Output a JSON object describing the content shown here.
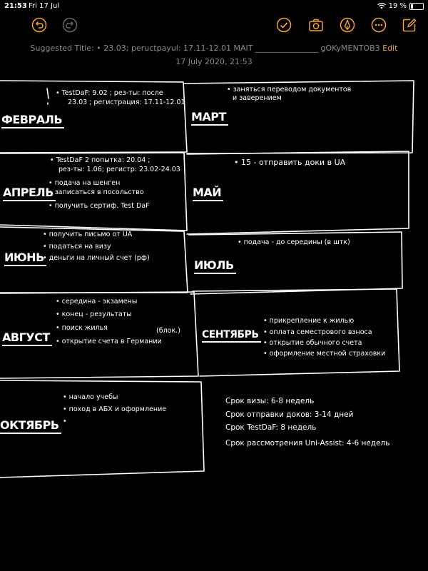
{
  "status_bar": {
    "time": "21:53",
    "date": "Fri 17 Jul",
    "battery": "19 %",
    "battery_level": 0.19
  },
  "toolbar": {
    "undo_icon": "undo-icon",
    "redo_icon": "redo-icon",
    "checklist_icon": "checklist-icon",
    "camera_icon": "camera-icon",
    "markup_icon": "pen-icon",
    "more_icon": "more-icon",
    "compose_icon": "compose-icon",
    "accent": "#f5a623"
  },
  "note": {
    "suggested_title": "Suggested Title: • 23.03; peructpayul: 17.11-12.01 MAIT ________________ gOKyMENTOB3",
    "edit_label": "Edit",
    "date": "17 July 2020, 21:53"
  },
  "sections": {
    "feb": {
      "month": "ФЕВРАЛЬ",
      "lines": [
        "• TestDaF: 9.02 ; рез-ты: после",
        "23.03 ; регистрация: 17.11-12.01"
      ]
    },
    "mar": {
      "month": "МАРТ",
      "lines": [
        "• заняться переводом документов",
        "и заверением"
      ]
    },
    "apr": {
      "month": "АПРЕЛЬ",
      "lines": [
        "• TestDaF 2 попытка: 20.04 ;",
        "рез-ты: 1.06; регистр: 23.02-24.03",
        "• подача на шенген",
        "• записаться в посольство",
        "• получить сертиф. Test DaF"
      ]
    },
    "may": {
      "month": "МАЙ",
      "lines": [
        "• 15 - отправить доки в UA"
      ]
    },
    "jun": {
      "month": "ИЮНЬ",
      "lines": [
        "• получить письмо от UA",
        "• податься на визу",
        "• деньги на личный счет (рф)"
      ]
    },
    "jul": {
      "month": "ИЮЛЬ",
      "lines": [
        "• подача - до середины (в штк)"
      ]
    },
    "aug": {
      "month": "АВГУСТ",
      "lines": [
        "• середина - экзамены",
        "• конец - результаты",
        "• поиск жилья",
        "(блок.)",
        "• открытие счета в Германии"
      ]
    },
    "sep": {
      "month": "СЕНТЯБРЬ",
      "lines": [
        "• прикрепление к жилью",
        "• оплата семестрового взноса",
        "• открытие обычного счета",
        "• оформление местной страховки"
      ]
    },
    "oct": {
      "month": "ОКТЯБРЬ",
      "lines": [
        "• начало учебы",
        "• поход в АБХ и оформление",
        "•"
      ]
    },
    "notes": {
      "lines": [
        "Срок визы: 6-8 недель",
        "Срок отправки доков: 3-14 дней",
        "Срок TestDaF: 8 недель",
        "Срок рассмотрения Uni-Assist: 4-6 недель"
      ]
    }
  }
}
